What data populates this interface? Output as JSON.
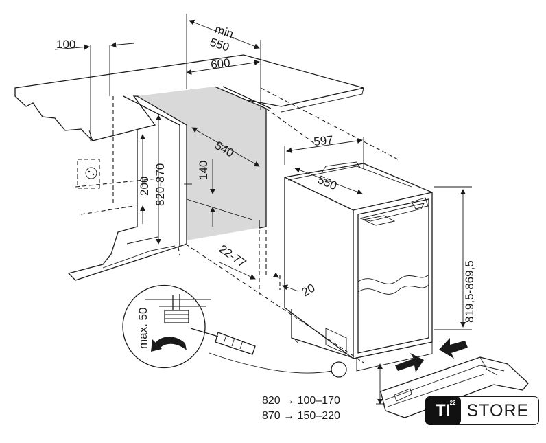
{
  "dimensions": {
    "top_min_label": "min.",
    "top_min_value": "550",
    "top_width": "600",
    "left_offset": "100",
    "niche_depth": "540",
    "socket_height": "200",
    "niche_height": "820-870",
    "vent_height": "140",
    "door_gap": "22-77",
    "plinth_gap": "20",
    "appliance_width": "597",
    "appliance_depth": "550",
    "appliance_height": "819,5-869,5",
    "max_adjust": "max. 50"
  },
  "legend": {
    "row1": "820 → 100–170",
    "row2": "870 → 150–220"
  },
  "logo": {
    "mark": "TI",
    "mark_sup": "22",
    "word": "STORE"
  }
}
